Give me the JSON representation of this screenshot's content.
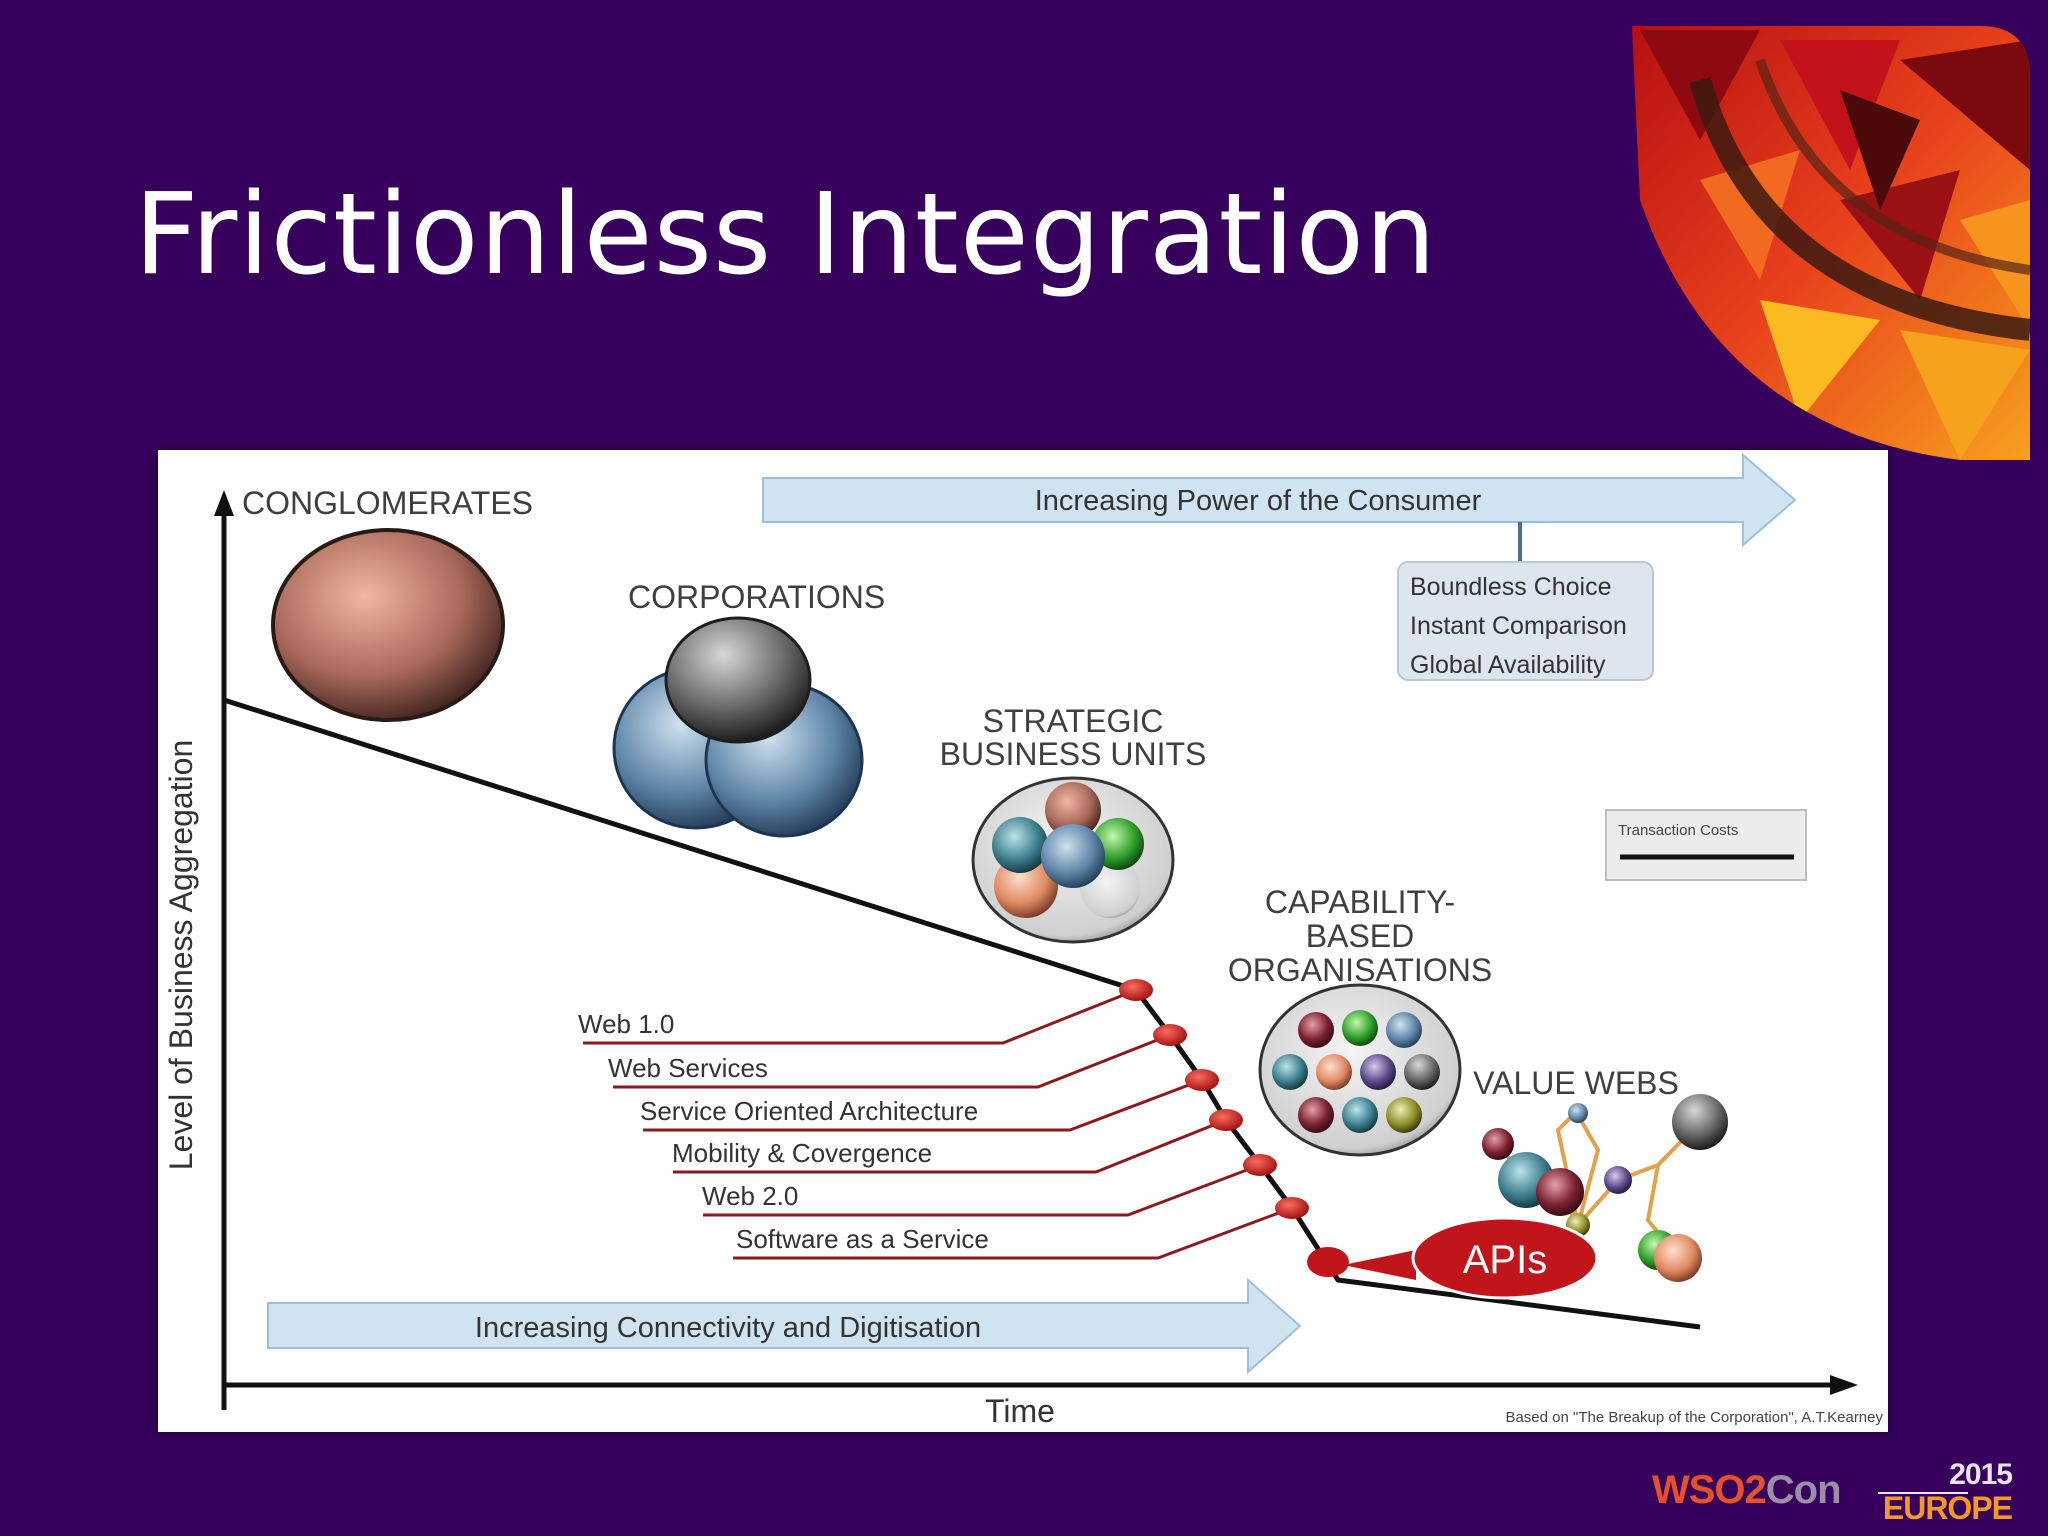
{
  "slide": {
    "title": "Frictionless Integration"
  },
  "diagram": {
    "stages": [
      "CONGLOMERATES",
      "CORPORATIONS",
      "STRATEGIC",
      "BUSINESS UNITS",
      "CAPABILITY-",
      "BASED",
      "ORGANISATIONS",
      "VALUE WEBS"
    ],
    "top_arrow_label": "Increasing Power of the Consumer",
    "bottom_arrow_label": "Increasing Connectivity and Digitisation",
    "consumer_box": [
      "Boundless Choice",
      "Instant Comparison",
      "Global Availability"
    ],
    "legend_label": "Transaction Costs",
    "technologies": [
      "Web 1.0",
      "Web Services",
      "Service Oriented Architecture",
      "Mobility & Covergence",
      "Web 2.0",
      "Software as a Service"
    ],
    "callout": "APIs",
    "y_axis_label": "Level of Business Aggregation",
    "x_axis_label": "Time",
    "source_note": "Based on \"The Breakup of the Corporation\", A.T.Kearney"
  },
  "logo": {
    "brand": "WSO2",
    "suffix": "Con",
    "year": "2015",
    "region": "EUROPE"
  },
  "colors": {
    "background": "#36005c",
    "accent_red": "#c0161b",
    "arrow_fill": "#cfe3f1",
    "line": "#111111"
  }
}
